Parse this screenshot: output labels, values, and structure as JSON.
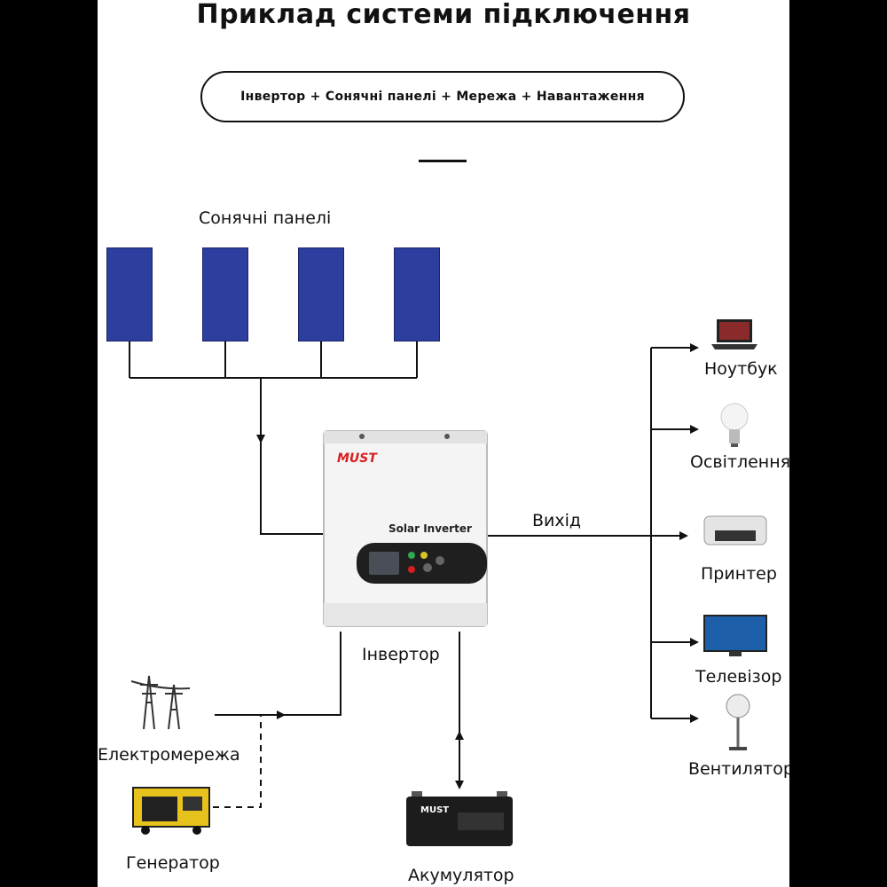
{
  "title": "Приклад системи підключення",
  "subtitle": "Інвертор + Сонячні панелі + Мережа + Навантаження",
  "labels": {
    "solar_panels": "Сонячні панелі",
    "inverter": "Інвертор",
    "output": "Вихід",
    "grid": "Електромережа",
    "generator": "Генератор",
    "battery": "Акумулятор"
  },
  "loads": [
    {
      "label": "Ноутбук",
      "icon": "laptop-icon"
    },
    {
      "label": "Освітлення",
      "icon": "lightbulb-icon"
    },
    {
      "label": "Принтер",
      "icon": "printer-icon"
    },
    {
      "label": "Телевізор",
      "icon": "tv-icon"
    },
    {
      "label": "Вентилятор",
      "icon": "fan-icon"
    }
  ],
  "inverter_device": {
    "brand": "MUST",
    "model_text": "Solar Inverter"
  },
  "battery_device": {
    "brand": "MUST"
  },
  "colors": {
    "panel_blue": "#2d3f9e",
    "brand_red": "#d62020",
    "wire": "#111111"
  }
}
